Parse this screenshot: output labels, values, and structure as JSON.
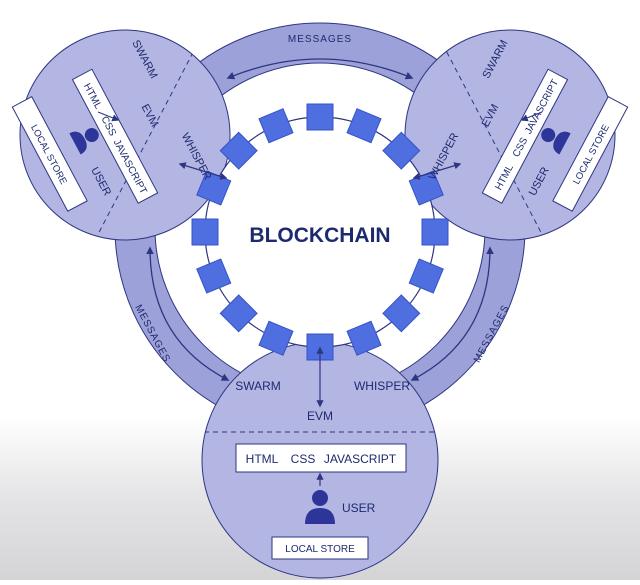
{
  "title": "BLOCKCHAIN",
  "labels": {
    "messages": "MESSAGES",
    "swarm": "SWARM",
    "whisper": "WHISPER",
    "evm": "EVM",
    "html": "HTML",
    "css": "CSS",
    "javascript": "JAVASCRIPT",
    "user": "USER",
    "local_store": "LOCAL STORE"
  },
  "colors": {
    "node_fill": "#b3b6e3",
    "ring_fill": "#9da1d9",
    "outline": "#2e3680",
    "block_fill": "#4f6fe0",
    "block_stroke": "#3552c7",
    "text": "#1e2a6e",
    "user_icon": "#2e3598"
  },
  "icons": [
    "user-icon",
    "arrow-icon",
    "block-icon"
  ]
}
